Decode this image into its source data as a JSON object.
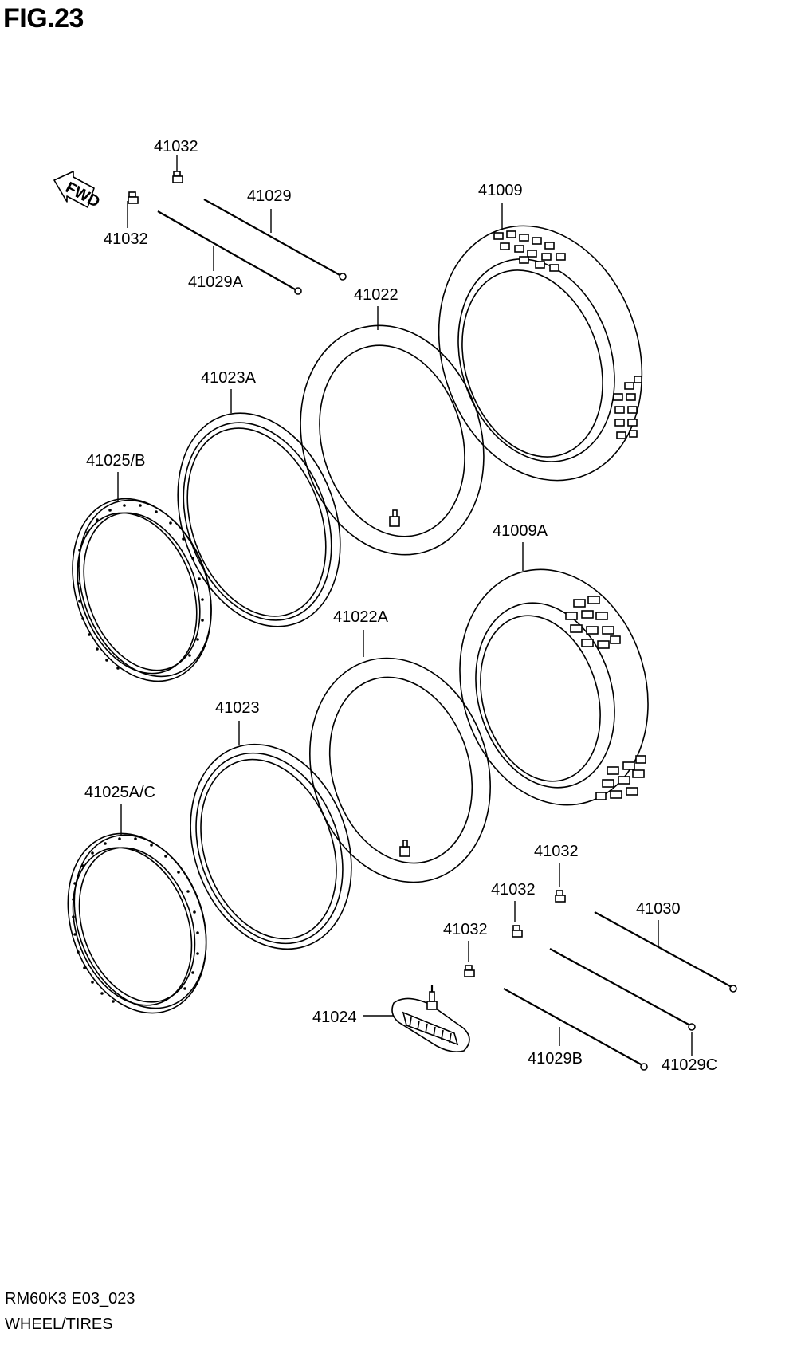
{
  "figure": {
    "title": "FIG.23",
    "footer_code": "RM60K3 E03_023",
    "footer_name": "WHEEL/TIRES",
    "fwd_label": "FWD"
  },
  "parts": [
    {
      "id": "p41032a",
      "label": "41032"
    },
    {
      "id": "p41032b",
      "label": "41032"
    },
    {
      "id": "p41029",
      "label": "41029"
    },
    {
      "id": "p41029A",
      "label": "41029A"
    },
    {
      "id": "p41009",
      "label": "41009"
    },
    {
      "id": "p41022",
      "label": "41022"
    },
    {
      "id": "p41023A",
      "label": "41023A"
    },
    {
      "id": "p41025B",
      "label": "41025/B"
    },
    {
      "id": "p41009A",
      "label": "41009A"
    },
    {
      "id": "p41022A",
      "label": "41022A"
    },
    {
      "id": "p41023",
      "label": "41023"
    },
    {
      "id": "p41025AC",
      "label": "41025A/C"
    },
    {
      "id": "p41032c",
      "label": "41032"
    },
    {
      "id": "p41032d",
      "label": "41032"
    },
    {
      "id": "p41032e",
      "label": "41032"
    },
    {
      "id": "p41030",
      "label": "41030"
    },
    {
      "id": "p41024",
      "label": "41024"
    },
    {
      "id": "p41029B",
      "label": "41029B"
    },
    {
      "id": "p41029C",
      "label": "41029C"
    }
  ]
}
